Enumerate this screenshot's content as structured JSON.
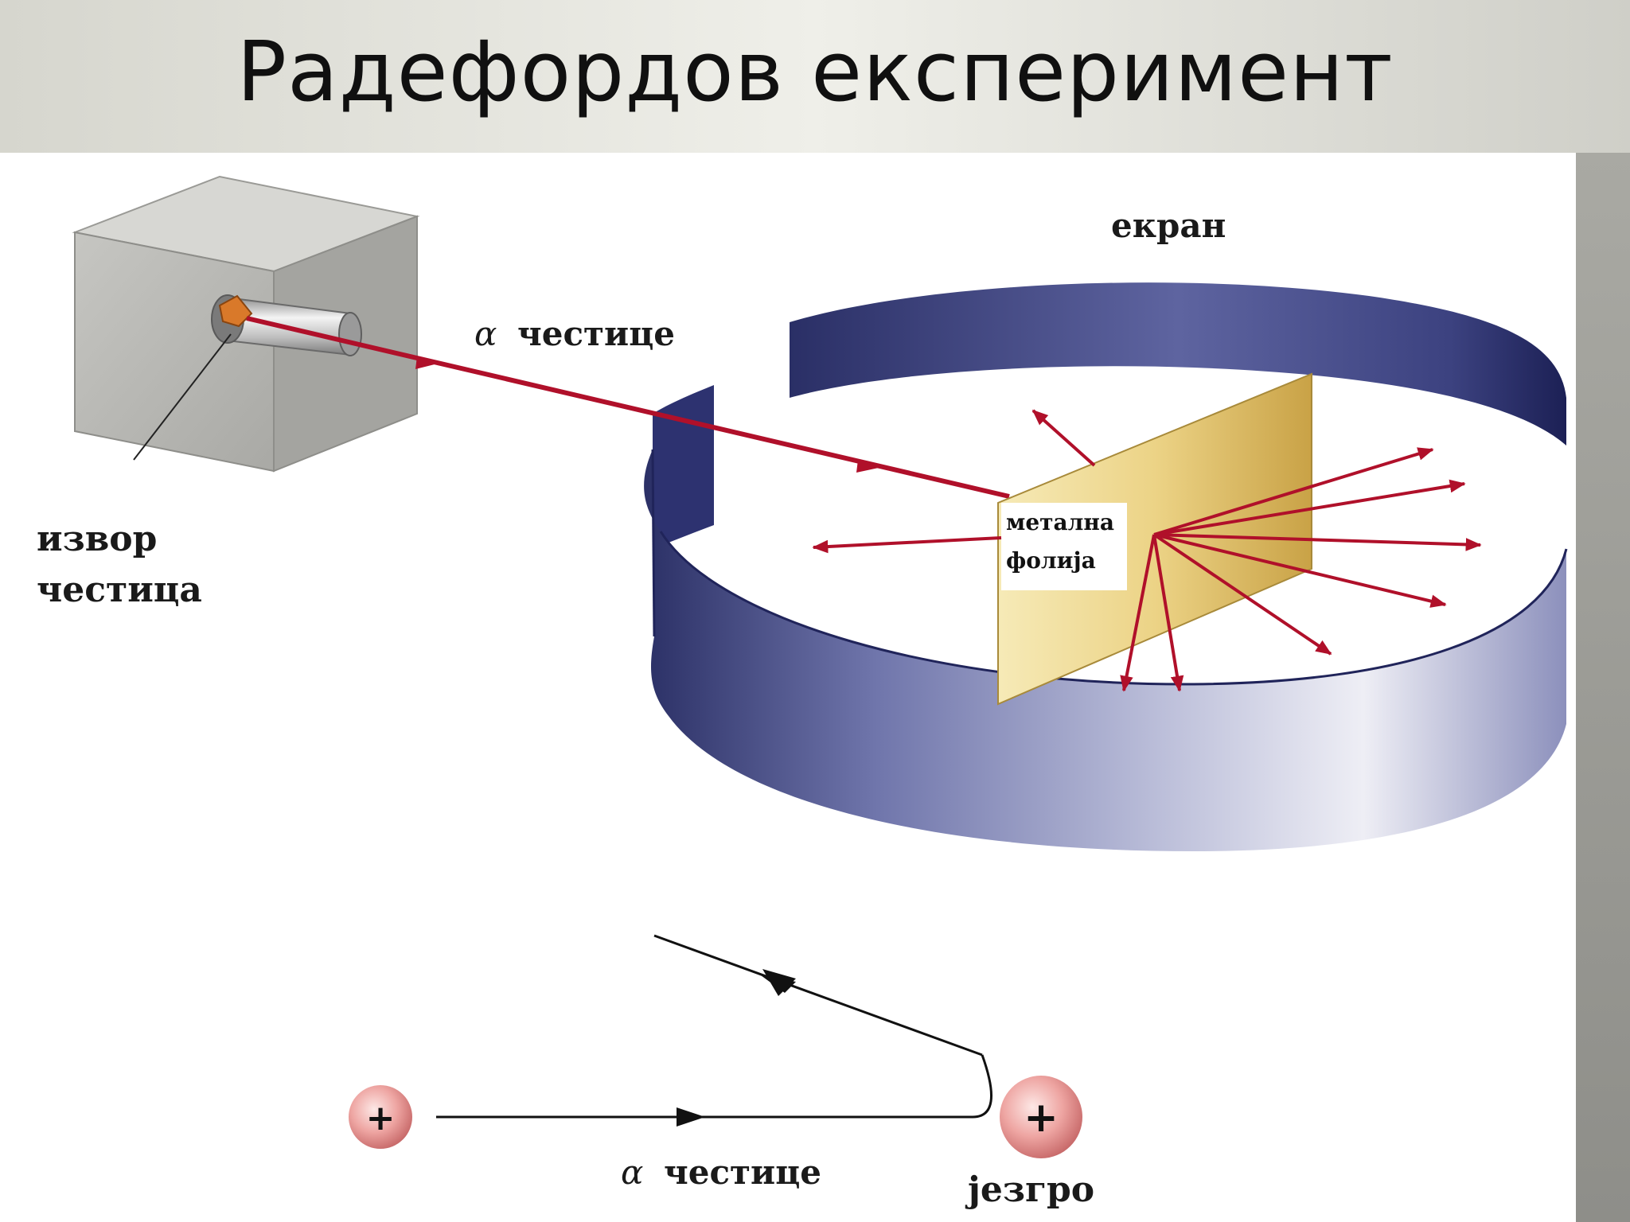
{
  "slide": {
    "title": "Радефордов експеримент"
  },
  "top_diagram": {
    "source_label_line1": "извор",
    "source_label_line2": "честица",
    "beam_label_alpha": "α",
    "beam_label_text": "честице",
    "screen_label": "екран",
    "foil_label_line1": "метална",
    "foil_label_line2": "фолија"
  },
  "bottom_diagram": {
    "particle_charge": "+",
    "nucleus_charge": "+",
    "beam_label_alpha": "α",
    "beam_label_text": "честице",
    "nucleus_label": "језгро"
  },
  "colors": {
    "beam": "#b0102a",
    "screen": "#3a3f78",
    "foil": "#e6c66a",
    "box": "#bdbdb8",
    "charge": "#e89a98"
  }
}
